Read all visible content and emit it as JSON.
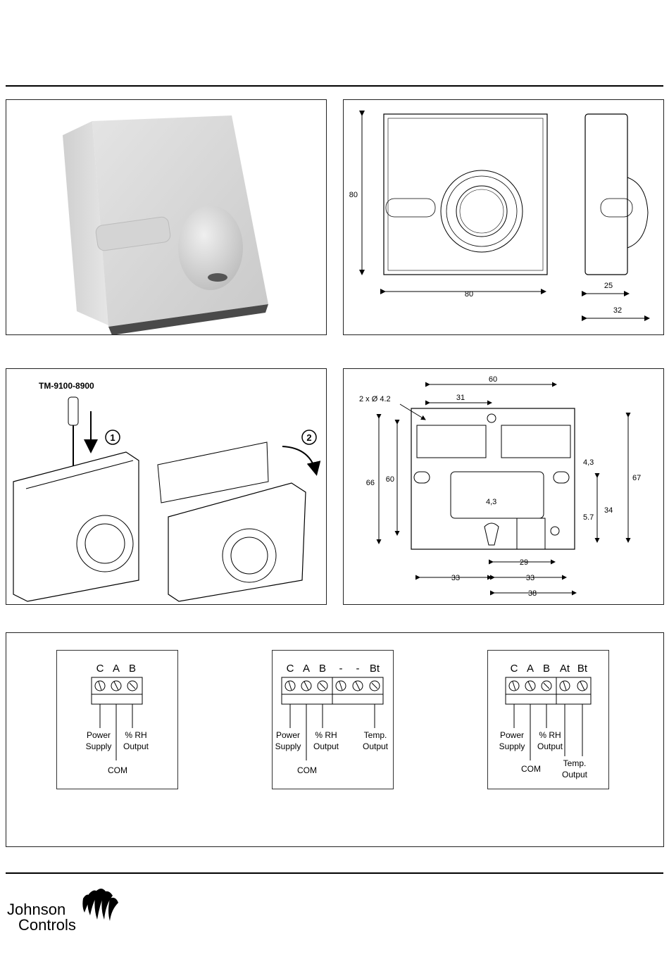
{
  "installation": {
    "tool_label": "TM-9100-8900",
    "steps": [
      "1",
      "2"
    ]
  },
  "dimensions_front": {
    "height": "80",
    "width": "80",
    "depth_body": "25",
    "depth_total": "32"
  },
  "dimensions_back": {
    "hole_label": "2 x Ø 4.2",
    "top_60": "60",
    "top_31": "31",
    "left_66": "66",
    "left_60": "60",
    "right_67": "67",
    "right_43": "4,3",
    "right_34": "34",
    "right_57": "5.7",
    "center_43": "4,3",
    "bottom_29": "29",
    "bottom_33a": "33",
    "bottom_33b": "33",
    "bottom_38": "38"
  },
  "wiring": [
    {
      "terminals": [
        "C",
        "A",
        "B"
      ],
      "labels": {
        "power": [
          "Power",
          "Supply"
        ],
        "com": "COM",
        "rh": [
          "% RH",
          "Output"
        ]
      }
    },
    {
      "terminals": [
        "C",
        "A",
        "B",
        "-",
        "-",
        "Bt"
      ],
      "labels": {
        "power": [
          "Power",
          "Supply"
        ],
        "com": "COM",
        "rh": [
          "% RH",
          "Output"
        ],
        "temp": [
          "Temp.",
          "Output"
        ]
      }
    },
    {
      "terminals": [
        "C",
        "A",
        "B",
        "At",
        "Bt"
      ],
      "labels": {
        "power": [
          "Power",
          "Supply"
        ],
        "com": "COM",
        "rh": [
          "% RH",
          "Output"
        ],
        "temp": [
          "Temp.",
          "Output"
        ]
      }
    }
  ],
  "brand": {
    "line1": "Johnson",
    "line2": "Controls"
  }
}
